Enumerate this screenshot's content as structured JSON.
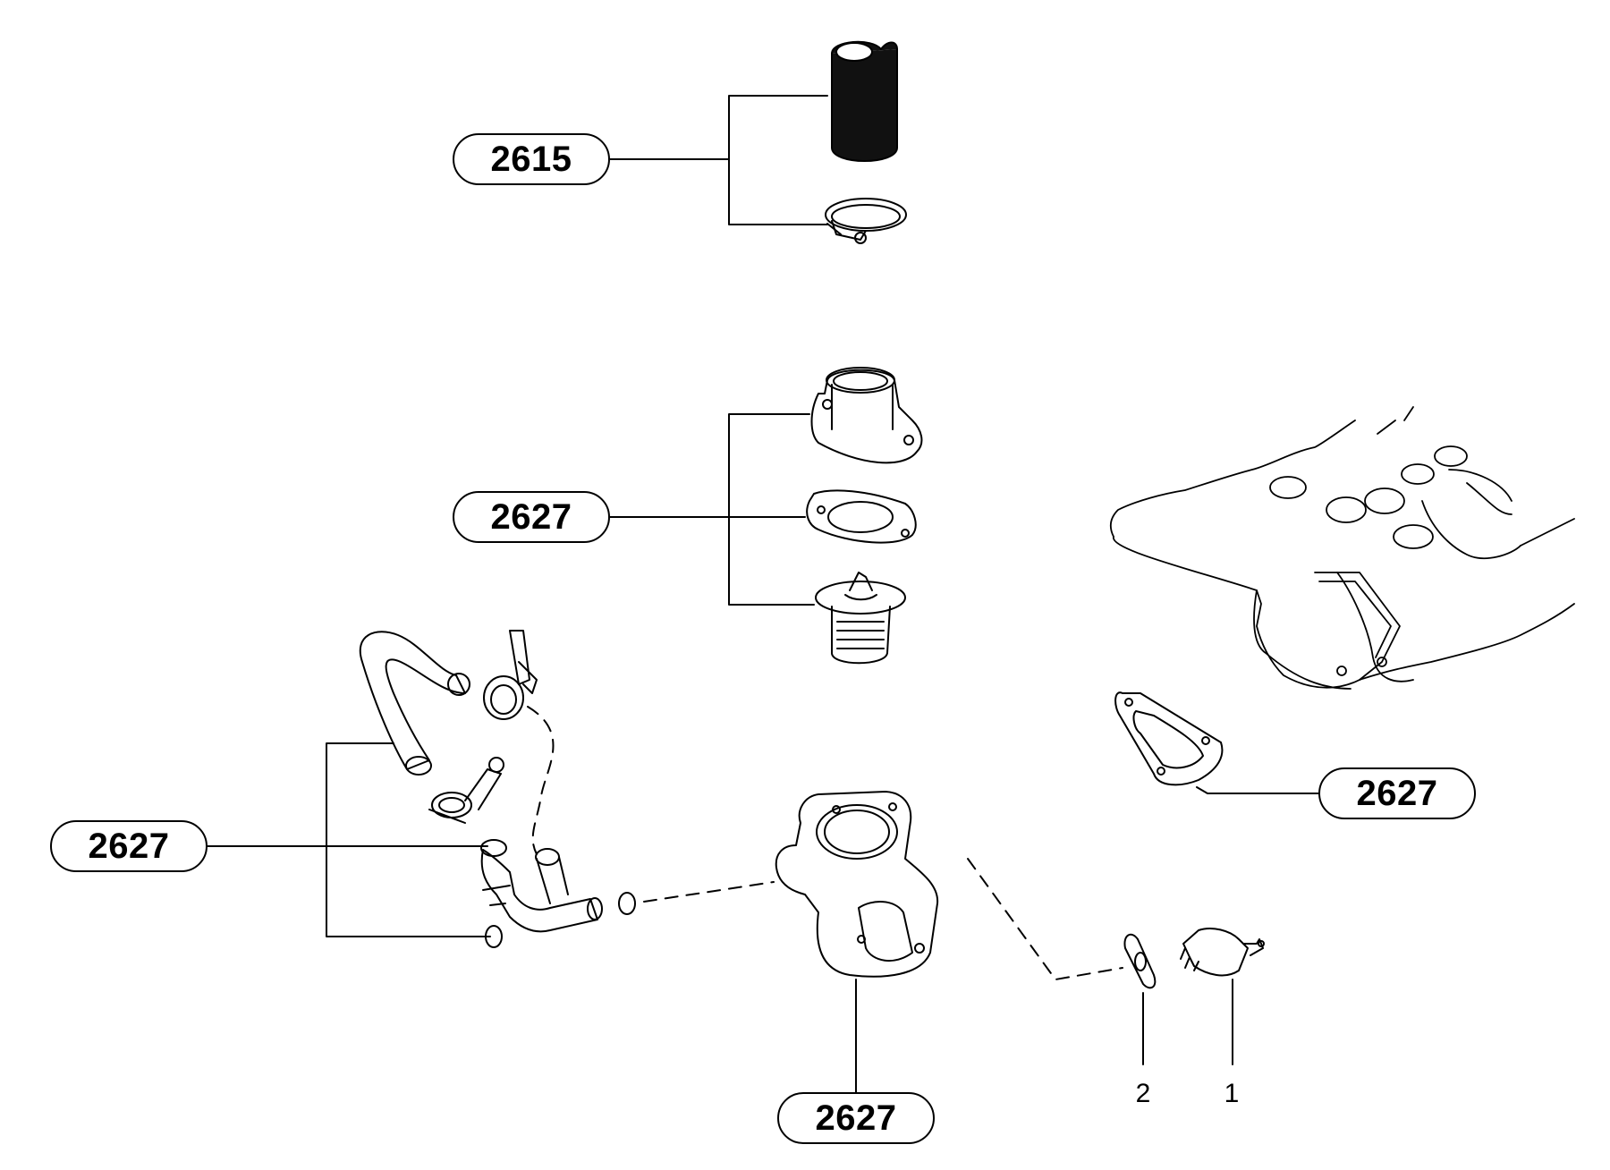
{
  "callouts": {
    "hose_kit": "2615",
    "thermostat_kit": "2627",
    "bypass_hose_kit": "2627",
    "housing_gasket": "2627",
    "thermostat_housing": "2627"
  },
  "item_numbers": {
    "sensor": "1",
    "washer": "2"
  }
}
